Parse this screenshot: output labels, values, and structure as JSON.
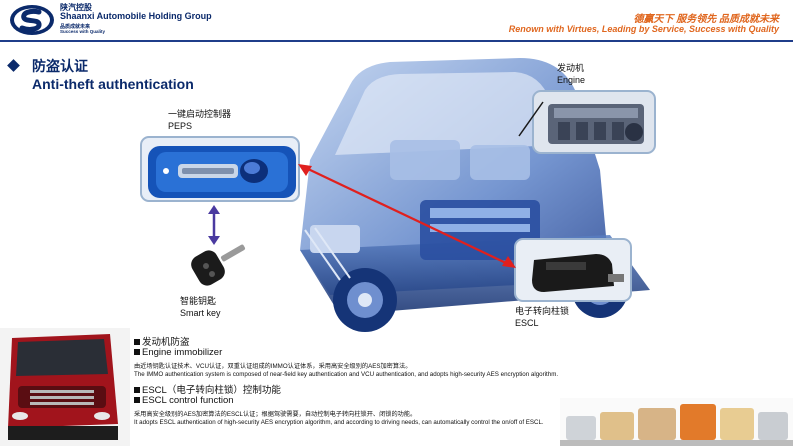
{
  "header": {
    "brand_cn": "陕汽控股",
    "brand_en": "Shaanxi Automobile Holding Group",
    "brand_sub_cn": "品质成就未来",
    "brand_sub_en": "Success with Quality",
    "slogan_cn": "德赢天下 服务领先 品质成就未来",
    "slogan_en": "Renown with Virtues, Leading by Service, Success with Quality"
  },
  "section": {
    "title_cn": "防盗认证",
    "title_en": "Anti-theft authentication"
  },
  "callouts": {
    "peps_cn": "一键启动控制器",
    "peps_en": "PEPS",
    "engine_cn": "发动机",
    "engine_en": "Engine",
    "smartkey_cn": "智能钥匙",
    "smartkey_en": "Smart key",
    "escl_cn": "电子转向柱锁",
    "escl_en": "ESCL"
  },
  "features": {
    "h1_cn": "发动机防盗",
    "h1_en": "Engine immobilizer",
    "d1_cn": "由近场钥匙认证技术、VCU认证，双重认证组成的IMMO认证体系，采用高安全级别的AES加密算法。",
    "d1_en": "The IMMO authentication system is composed of near-field key authentication and VCU authentication, and adopts high-security AES encryption algorithm.",
    "h2_cn": "ESCL（电子转向柱锁）控制功能",
    "h2_en": "ESCL control function",
    "d2_cn": "采用高安全级别的AES加密算法的ESCL认证；根据驾驶需要，自动控制电子转向柱锁开、闭锁的功能。",
    "d2_en": "It adopts ESCL authentication of high-security AES encryption algorithm, and according to driving needs, can automatically control the on/off of ESCL."
  },
  "colors": {
    "brand_blue": "#0b2a6b",
    "slogan_orange": "#e0671f",
    "arrow_red": "#e0201e",
    "arrow_purple": "#4a3aa0",
    "callout_border": "#9bb3cf"
  }
}
